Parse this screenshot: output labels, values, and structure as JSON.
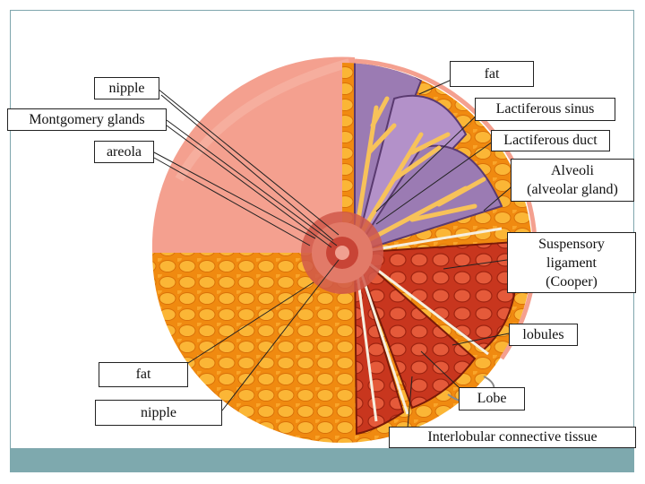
{
  "labels": {
    "nipple_top": "nipple",
    "montgomery_glands": "Montgomery glands",
    "areola": "areola",
    "fat_top": "fat",
    "lactiferous_sinus": "Lactiferous sinus",
    "lactiferous_duct": "Lactiferous duct",
    "alveoli_1": "Alveoli",
    "alveoli_2": "(alveolar gland)",
    "suspensory_1": "Suspensory",
    "suspensory_2": "ligament",
    "suspensory_3": "(Cooper)",
    "lobules": "lobules",
    "fat_bottom": "fat",
    "nipple_bottom": "nipple",
    "lobe": "Lobe",
    "interlobular": "Interlobular connective tissue"
  },
  "colors": {
    "skin": "#f4a08f",
    "fat": "#f59a1a",
    "glands": "#9b7bb3",
    "lobules": "#d84a2a",
    "frame": "#7fa6ad",
    "footer": "#7ea9ae"
  }
}
